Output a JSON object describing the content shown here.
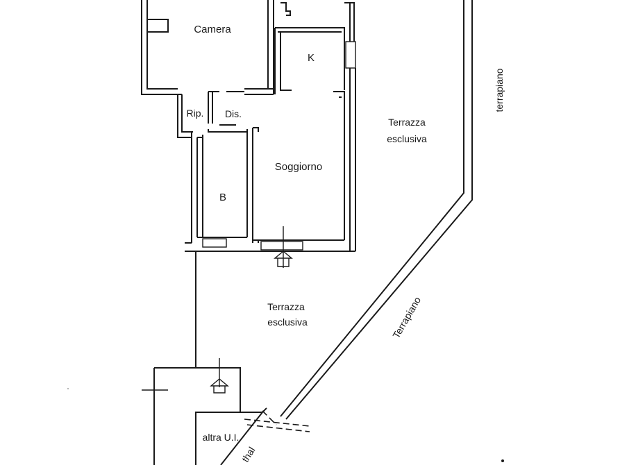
{
  "rooms": {
    "camera": "Camera",
    "kitchen": "K",
    "ripostiglio": "Rip.",
    "disimpegno": "Dis.",
    "soggiorno": "Soggiorno",
    "bagno": "B"
  },
  "terraces": {
    "upper_line1": "Terrazza",
    "upper_line2": "esclusiva",
    "lower_line1": "Terrazza",
    "lower_line2": "esclusiva"
  },
  "embankments": {
    "right": "terrapiano",
    "diagonal": "Terrapiano"
  },
  "other": {
    "other_unit": "altra U.I.",
    "cut_text": "thal"
  }
}
